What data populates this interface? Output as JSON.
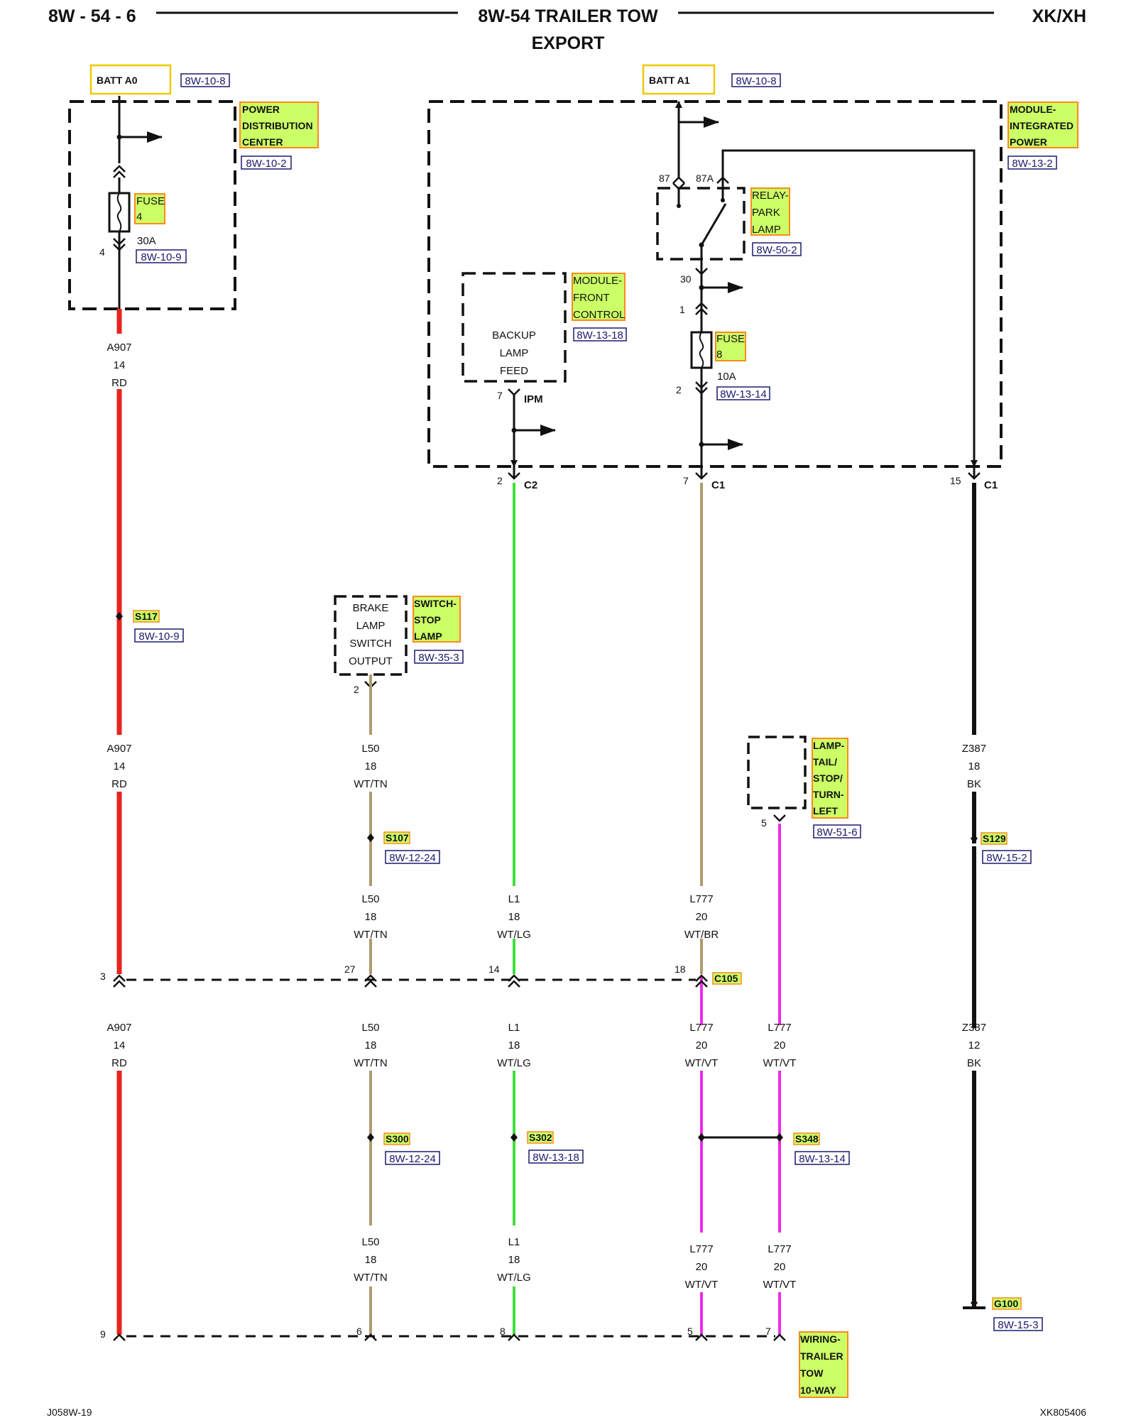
{
  "header": {
    "page_code": "8W - 54 - 6",
    "title": "8W-54 TRAILER TOW",
    "subtitle": "EXPORT",
    "model": "XK/XH"
  },
  "footer": {
    "left": "J058W-19",
    "right": "XK805406"
  },
  "colors": {
    "RD": "#e8231e",
    "GN": "#3fe03a",
    "BR": "#b09a6e",
    "MAG": "#ee2be8",
    "BK": "#111111",
    "highlight": "#ccff66",
    "highlight_border": "#ff8a1a",
    "batt_border": "#f0c800",
    "ref_text": "#1a1a6e"
  },
  "batt": {
    "a0": "BATT A0",
    "a1": "BATT A1",
    "a0_ref": "8W-10-8",
    "a1_ref": "8W-10-8"
  },
  "components": {
    "pdc": {
      "label": [
        "POWER",
        "DISTRIBUTION",
        "CENTER"
      ],
      "ref": "8W-10-2"
    },
    "fuse4": {
      "label": [
        "FUSE",
        "4"
      ],
      "rating": "30A",
      "ref": "8W-10-9",
      "pin": "4"
    },
    "mip": {
      "label": [
        "MODULE-",
        "INTEGRATED",
        "POWER"
      ],
      "ref": "8W-13-2"
    },
    "relay": {
      "label": [
        "RELAY-",
        "PARK",
        "LAMP"
      ],
      "ref": "8W-50-2",
      "pin87": "87",
      "pin87a": "87A",
      "pin30": "30"
    },
    "fuse8": {
      "label": [
        "FUSE",
        "8"
      ],
      "rating": "10A",
      "ref": "8W-13-14",
      "pin1": "1",
      "pin2": "2"
    },
    "mfc": {
      "label": [
        "MODULE-",
        "FRONT",
        "CONTROL"
      ],
      "ref": "8W-13-18",
      "feed": [
        "BACKUP",
        "LAMP",
        "FEED"
      ],
      "pin": "7",
      "conn": "IPM"
    },
    "sw": {
      "label": [
        "SWITCH-",
        "STOP",
        "LAMP"
      ],
      "ref": "8W-35-3",
      "output": [
        "BRAKE",
        "LAMP",
        "SWITCH",
        "OUTPUT"
      ],
      "pin": "2"
    },
    "lamp": {
      "label": [
        "LAMP-",
        "TAIL/",
        "STOP/",
        "TURN-",
        "LEFT"
      ],
      "ref": "8W-51-6",
      "pin": "5"
    },
    "trailer": {
      "label": [
        "WIRING-",
        "TRAILER",
        "TOW",
        "10-WAY"
      ]
    }
  },
  "connectors": {
    "c2": {
      "pin": "2",
      "name": "C2"
    },
    "c1a": {
      "pin": "7",
      "name": "C1"
    },
    "c1b": {
      "pin": "15",
      "name": "C1"
    },
    "c105": {
      "name": "C105",
      "pins": [
        "3",
        "27",
        "14",
        "18"
      ]
    },
    "trailer_pins": [
      "9",
      "6",
      "8",
      "5",
      "7"
    ]
  },
  "splices": {
    "s117": {
      "name": "S117",
      "ref": "8W-10-9"
    },
    "s107": {
      "name": "S107",
      "ref": "8W-12-24"
    },
    "s129": {
      "name": "S129",
      "ref": "8W-15-2"
    },
    "s300": {
      "name": "S300",
      "ref": "8W-12-24"
    },
    "s302": {
      "name": "S302",
      "ref": "8W-13-18"
    },
    "s348": {
      "name": "S348",
      "ref": "8W-13-14"
    },
    "g100": {
      "name": "G100",
      "ref": "8W-15-3"
    }
  },
  "wires": {
    "a907_1": [
      "A907",
      "14",
      "RD"
    ],
    "a907_2": [
      "A907",
      "14",
      "RD"
    ],
    "a907_3": [
      "A907",
      "14",
      "RD"
    ],
    "l50_1": [
      "L50",
      "18",
      "WT/TN"
    ],
    "l50_2": [
      "L50",
      "18",
      "WT/TN"
    ],
    "l50_3": [
      "L50",
      "18",
      "WT/TN"
    ],
    "l50_4": [
      "L50",
      "18",
      "WT/TN"
    ],
    "l1_1": [
      "L1",
      "18",
      "WT/LG"
    ],
    "l1_2": [
      "L1",
      "18",
      "WT/LG"
    ],
    "l1_3": [
      "L1",
      "18",
      "WT/LG"
    ],
    "l777_1": [
      "L777",
      "20",
      "WT/BR"
    ],
    "l777_2": [
      "L777",
      "20",
      "WT/VT"
    ],
    "l777_3": [
      "L777",
      "20",
      "WT/VT"
    ],
    "l777_4": [
      "L777",
      "20",
      "WT/VT"
    ],
    "l777_5": [
      "L777",
      "20",
      "WT/VT"
    ],
    "z387_1": [
      "Z387",
      "18",
      "BK"
    ],
    "z387_2": [
      "Z387",
      "12",
      "BK"
    ]
  }
}
